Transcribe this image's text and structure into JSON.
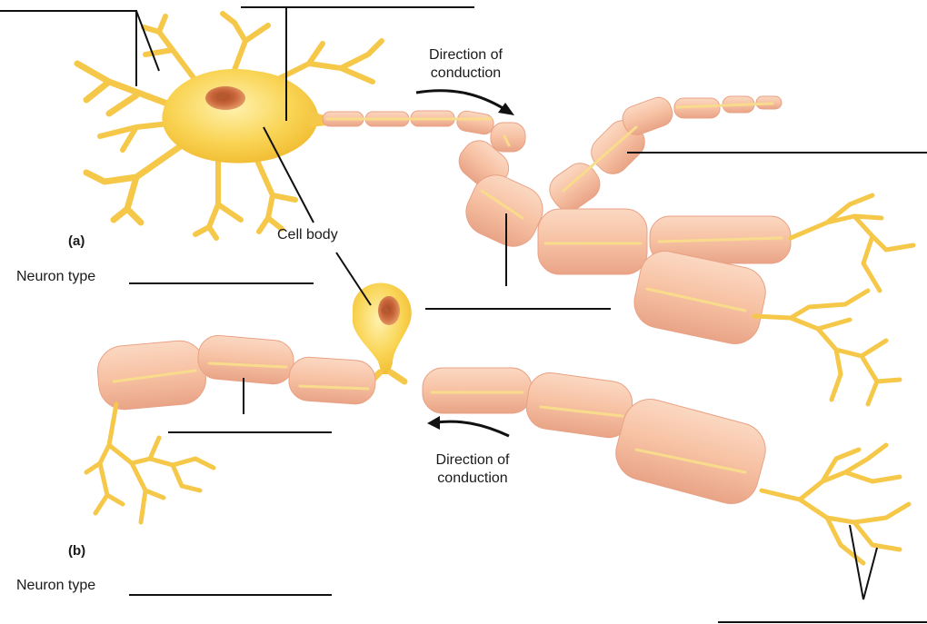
{
  "labels": {
    "part_a": "(a)",
    "part_b": "(b)",
    "neuron_type_a": "Neuron type",
    "neuron_type_b": "Neuron type",
    "cell_body": "Cell body",
    "direction_top_line1": "Direction of",
    "direction_top_line2": "conduction",
    "direction_bottom_line1": "Direction of",
    "direction_bottom_line2": "conduction"
  },
  "colors": {
    "cell_body_fill": "#f7c63a",
    "cell_body_light": "#fde58a",
    "dendrite": "#f5c84a",
    "nucleus": "#c8653a",
    "myelin": "#f7c1a3",
    "myelin_edge": "#e9a184",
    "myelin_stripe": "#f8dc8c",
    "leader_line": "#111111",
    "text": "#1a1a1a"
  }
}
